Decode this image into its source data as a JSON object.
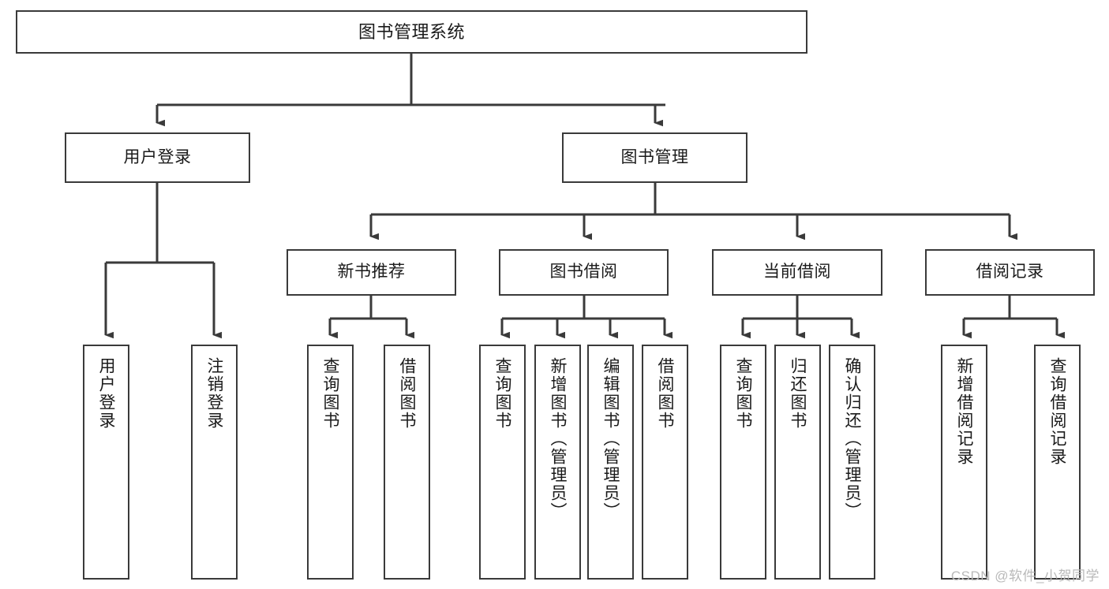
{
  "diagram": {
    "type": "tree-hierarchy-chart",
    "title": "图书管理系统",
    "watermark": "CSDN @软件_小贺同学",
    "colors": {
      "border": "#3a3a3a",
      "background": "#ffffff",
      "text": "#1a1a1a",
      "edge": "#3a3a3a",
      "watermark": "#b9b9b9"
    },
    "nodes": {
      "root": {
        "label": "图书管理系统"
      },
      "level1": [
        {
          "label": "用户登录"
        },
        {
          "label": "图书管理"
        }
      ],
      "level2": [
        {
          "label": "新书推荐"
        },
        {
          "label": "图书借阅"
        },
        {
          "label": "当前借阅"
        },
        {
          "label": "借阅记录"
        }
      ],
      "leaves": {
        "user_login": [
          {
            "label": "用户登录"
          },
          {
            "label": "注销登录"
          }
        ],
        "new_book_recommend": [
          {
            "label": "查询图书"
          },
          {
            "label": "借阅图书"
          }
        ],
        "book_borrow": [
          {
            "label": "查询图书"
          },
          {
            "label": "新增图书（管理员）"
          },
          {
            "label": "编辑图书（管理员）"
          },
          {
            "label": "借阅图书"
          }
        ],
        "current_borrow": [
          {
            "label": "查询图书"
          },
          {
            "label": "归还图书"
          },
          {
            "label": "确认归还（管理员）"
          }
        ],
        "borrow_record": [
          {
            "label": "新增借阅记录"
          },
          {
            "label": "查询借阅记录"
          }
        ]
      }
    }
  }
}
